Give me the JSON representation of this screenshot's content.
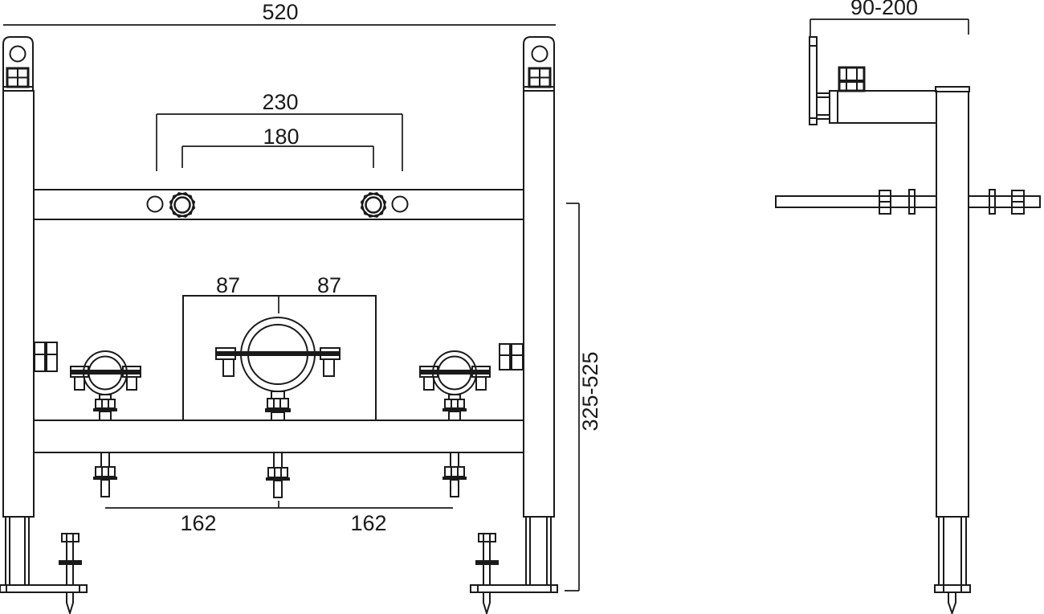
{
  "colors": {
    "line": "#1a1a1a",
    "background": "#ffffff"
  },
  "front_view": {
    "dimensions": {
      "overall_width": "520",
      "hole_spacing": "230",
      "bolt_spacing": "180",
      "clamp_offset_left": "87",
      "clamp_offset_right": "87",
      "rod_spacing_left": "162",
      "rod_spacing_right": "162",
      "height_range": "325-525"
    }
  },
  "side_view": {
    "dimensions": {
      "depth_range": "90-200"
    }
  }
}
